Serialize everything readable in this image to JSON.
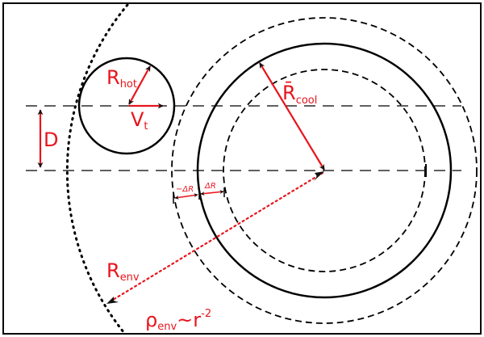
{
  "diagram": {
    "labels": {
      "r_hot": {
        "main": "R",
        "sub": "hot"
      },
      "v_t": {
        "main": "V",
        "sub": "t"
      },
      "d": {
        "main": "D"
      },
      "r_cool": {
        "main": "R̄",
        "sub": "cool"
      },
      "delta_r_minus": "−ΔR",
      "delta_r_plus": "ΔR",
      "r_env": {
        "main": "R",
        "sub": "env"
      },
      "rho_env": {
        "main": "ρ",
        "sub": "env",
        "rest": "~r",
        "sup": "-2"
      }
    },
    "colors": {
      "annotation": "#e8141c",
      "lines": "#000000",
      "background": "#ffffff"
    }
  }
}
